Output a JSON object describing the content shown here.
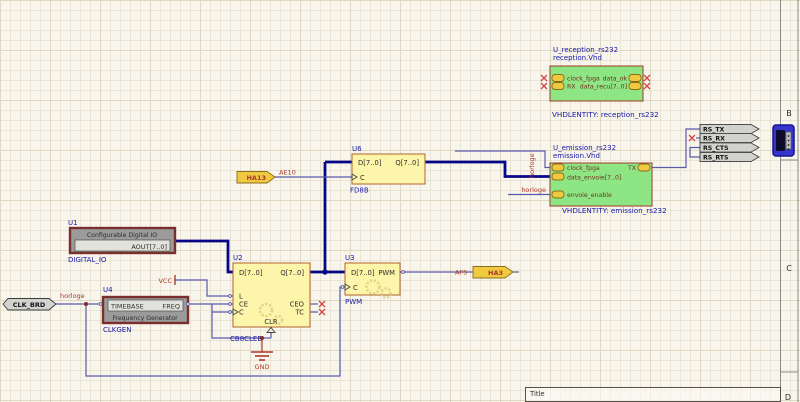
{
  "colors": {
    "canvas_bg": "#F8F5ED",
    "grid_minor": "#EAE4D4",
    "grid_major": "#DFD7C2",
    "bus": "#060686",
    "wire": "#5A5AAA",
    "net_label": "#A83A28",
    "designator": "#1616A6",
    "block_yellow": "#FDF5A9",
    "block_yellow_border": "#B2622D",
    "block_green": "#8DE584",
    "block_green_border": "#A03A2A",
    "block_gray": "#9B9B9B",
    "block_gray_border": "#7A2F2F",
    "pin_lozenge": "#EFC93F",
    "pin_text": "#703322",
    "flag_gray": "#D2D2CE",
    "no_connect": "#D24545",
    "power_red": "#A83A28"
  },
  "sheet": {
    "zones": [
      "B",
      "C",
      "D"
    ],
    "title_label": "Title"
  },
  "nets": {
    "horloge": "horloge",
    "ae10": "AE10",
    "af5": "AF5",
    "vcc": "VCC",
    "gnd": "GND"
  },
  "ports": {
    "clk_brd": "CLK_BRD",
    "ha13": "HA13",
    "ha3": "HA3",
    "rs_tx": "RS_TX",
    "rs_rx": "RS_RX",
    "rs_cts": "RS_CTS",
    "rs_rts": "RS_RTS"
  },
  "blocks": {
    "u1": {
      "ref": "U1",
      "title": "Configurable Digital IO",
      "aout": "AOUT[7..0]",
      "name": "DIGITAL_IO"
    },
    "u2": {
      "ref": "U2",
      "d": "D[7..0]",
      "q": "Q[7..0]",
      "l": "L",
      "ce": "CE",
      "c": "C",
      "ceo": "CEO",
      "tc": "TC",
      "clr": "CLR",
      "name": "CB8CLEB"
    },
    "u3": {
      "ref": "U3",
      "d": "D[7..0]",
      "c": "C",
      "out": "PWM",
      "name": "PWM"
    },
    "u4": {
      "ref": "U4",
      "in": "TIMEBASE",
      "out": "FREQ",
      "subtitle": "Frequency Generator",
      "name": "CLKGEN"
    },
    "u6": {
      "ref": "U6",
      "d": "D[7..0]",
      "q": "Q[7..0]",
      "c": "C",
      "name": "FD8B"
    },
    "reception": {
      "ref": "U_reception_rs232",
      "file": "reception.Vhd",
      "clock": "clock_fpga",
      "rx": "RX",
      "data_ok": "data_ok",
      "data_recu": "data_recu[7..0]",
      "caption": "VHDLENTITY: reception_rs232"
    },
    "emission": {
      "ref": "U_emission_rs232",
      "file": "emission.Vhd",
      "clock": "clock_fpga",
      "data": "data_envoie[7..0]",
      "enable": "envoie_enable",
      "tx": "TX",
      "caption": "VHDLENTITY: emission_rs232"
    }
  }
}
